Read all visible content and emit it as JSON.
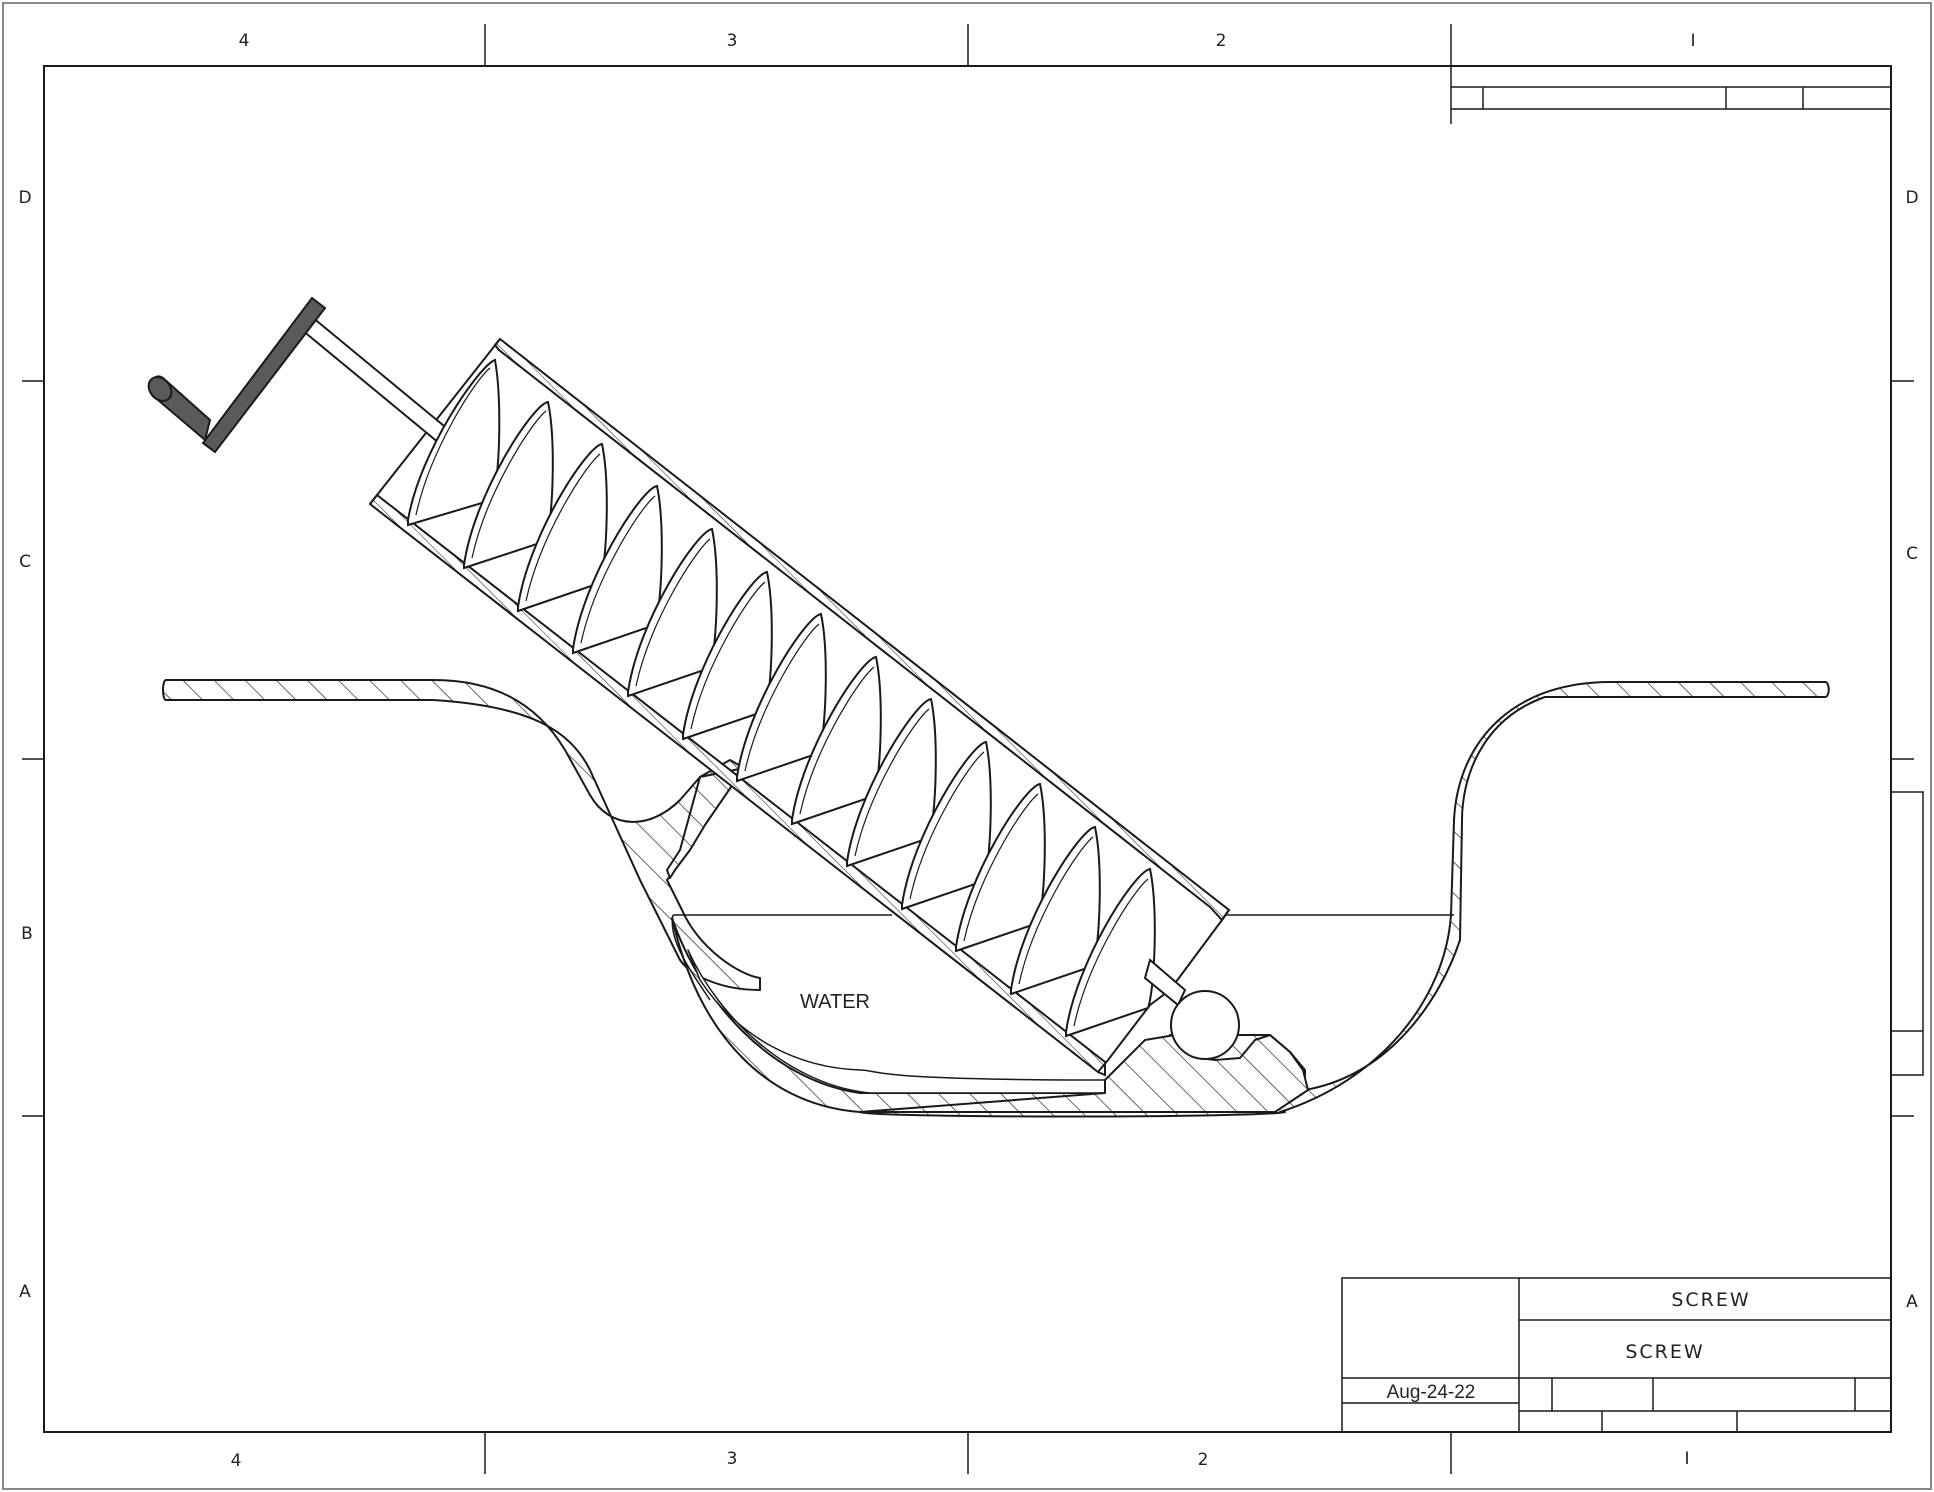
{
  "drawing": {
    "zones_top": [
      "4",
      "3",
      "2",
      "I"
    ],
    "zones_bottom": [
      "4",
      "3",
      "2",
      "I"
    ],
    "rows_left": [
      "D",
      "C",
      "B",
      "A"
    ],
    "rows_right": [
      "D",
      "C",
      "A"
    ],
    "water_label": "WATER"
  },
  "title_block": {
    "title": "SCREW",
    "subtitle": "SCREW",
    "date": "Aug-24-22"
  },
  "colors": {
    "line": "#1a1a1a",
    "handle_fill": "#5a5a5a",
    "background": "#ffffff"
  }
}
